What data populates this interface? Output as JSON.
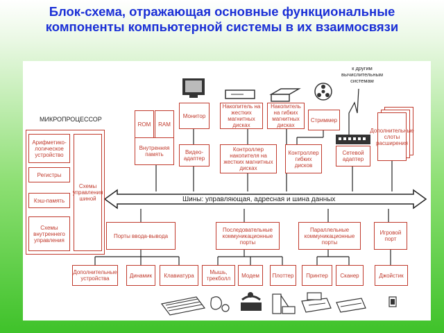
{
  "title": "Блок-схема, отражающая основные функциональные компоненты компьютерной системы в их взаимосвязи",
  "other_systems_label": "к другим вычислительным системам",
  "cpu": {
    "label": "МИКРОПРОЦЕССОР",
    "alu": "Арифметико-логическое устройство",
    "registers": "Регистры",
    "cache": "Кэш-память",
    "control_circuits": "Схемы внутреннего управления",
    "control_schemes": "Схемы управления шиной"
  },
  "rom": "ROM",
  "ram": "RAM",
  "internal_memory": "Внутренняя память",
  "monitor": "Монитор",
  "video_adapter": "Видео-адаптер",
  "hdd": "Накопитель на жестких магнитных дисках",
  "hdd_controller": "Контроллер накопителя на жестких магнитных дисках",
  "fdd": "Накопитель на гибких магнитных дисках",
  "fdd_controller": "Контроллер гибких дисков",
  "streamer": "Стриммер",
  "network_adapter": "Сетевой адаптер",
  "expansion_slots": "Дополнительные слоты расширения",
  "bus": "Шины: управляющая, адресная и шина данных",
  "io_ports": "Порты ввода-вывода",
  "serial_ports": "Последовательные коммуникационные порты",
  "parallel_ports": "Параллельные коммуникационные порты",
  "game_port": "Игровой порт",
  "devices": {
    "additional": "Дополнительные устройства",
    "speaker": "Динамик",
    "keyboard": "Клавиатура",
    "mouse": "Мышь, трекболл",
    "modem": "Модем",
    "plotter": "Плоттер",
    "printer": "Принтер",
    "scanner": "Сканер",
    "joystick": "Джойстик"
  },
  "colors": {
    "title": "#1a2fd6",
    "box": "#c0392b",
    "line": "#222222"
  }
}
